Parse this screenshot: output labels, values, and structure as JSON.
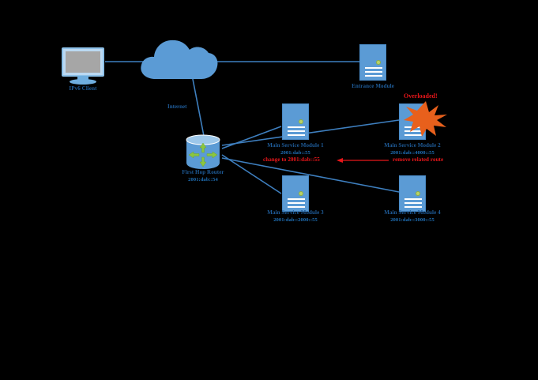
{
  "diagram": {
    "title": "IPv6 service module overload mitigation topology",
    "colors": {
      "device_blue": "#5B9BD5",
      "line_blue": "#3E7FBF",
      "label_blue": "#1F5C99",
      "alert_red": "#E8161A",
      "burst_orange": "#E8601C",
      "screen_gray": "#A6A6A6",
      "background": "#000000"
    },
    "nodes": [
      {
        "id": "client",
        "label": "IPv6 Client",
        "address": "",
        "icon": "monitor-icon"
      },
      {
        "id": "cloud",
        "label": "",
        "address": "",
        "icon": "cloud-icon"
      },
      {
        "id": "entrance",
        "label": "Entrance Module",
        "address": "",
        "icon": "server-icon"
      },
      {
        "id": "router",
        "label": "First Hop Router",
        "address": "2001:dab::54",
        "icon": "router-icon"
      },
      {
        "id": "module1",
        "label": "Main Service Module 1",
        "address": "2001:dab::55",
        "icon": "server-icon"
      },
      {
        "id": "module2",
        "label": "Main Service Module 2",
        "address": "2001:dab::4000::55",
        "icon": "server-icon"
      },
      {
        "id": "module3",
        "label": "Main Service Module 3",
        "address": "2001:dab::2000::55",
        "icon": "server-icon"
      },
      {
        "id": "module4",
        "label": "Main Service Module 4",
        "address": "2001:dab::3000::55",
        "icon": "server-icon"
      }
    ],
    "link_labels": {
      "internet": "Internet"
    },
    "annotations": {
      "overloaded": "Overloaded!",
      "change_action": "change to 2001:dab::55",
      "remove_action": "remove related route"
    }
  }
}
